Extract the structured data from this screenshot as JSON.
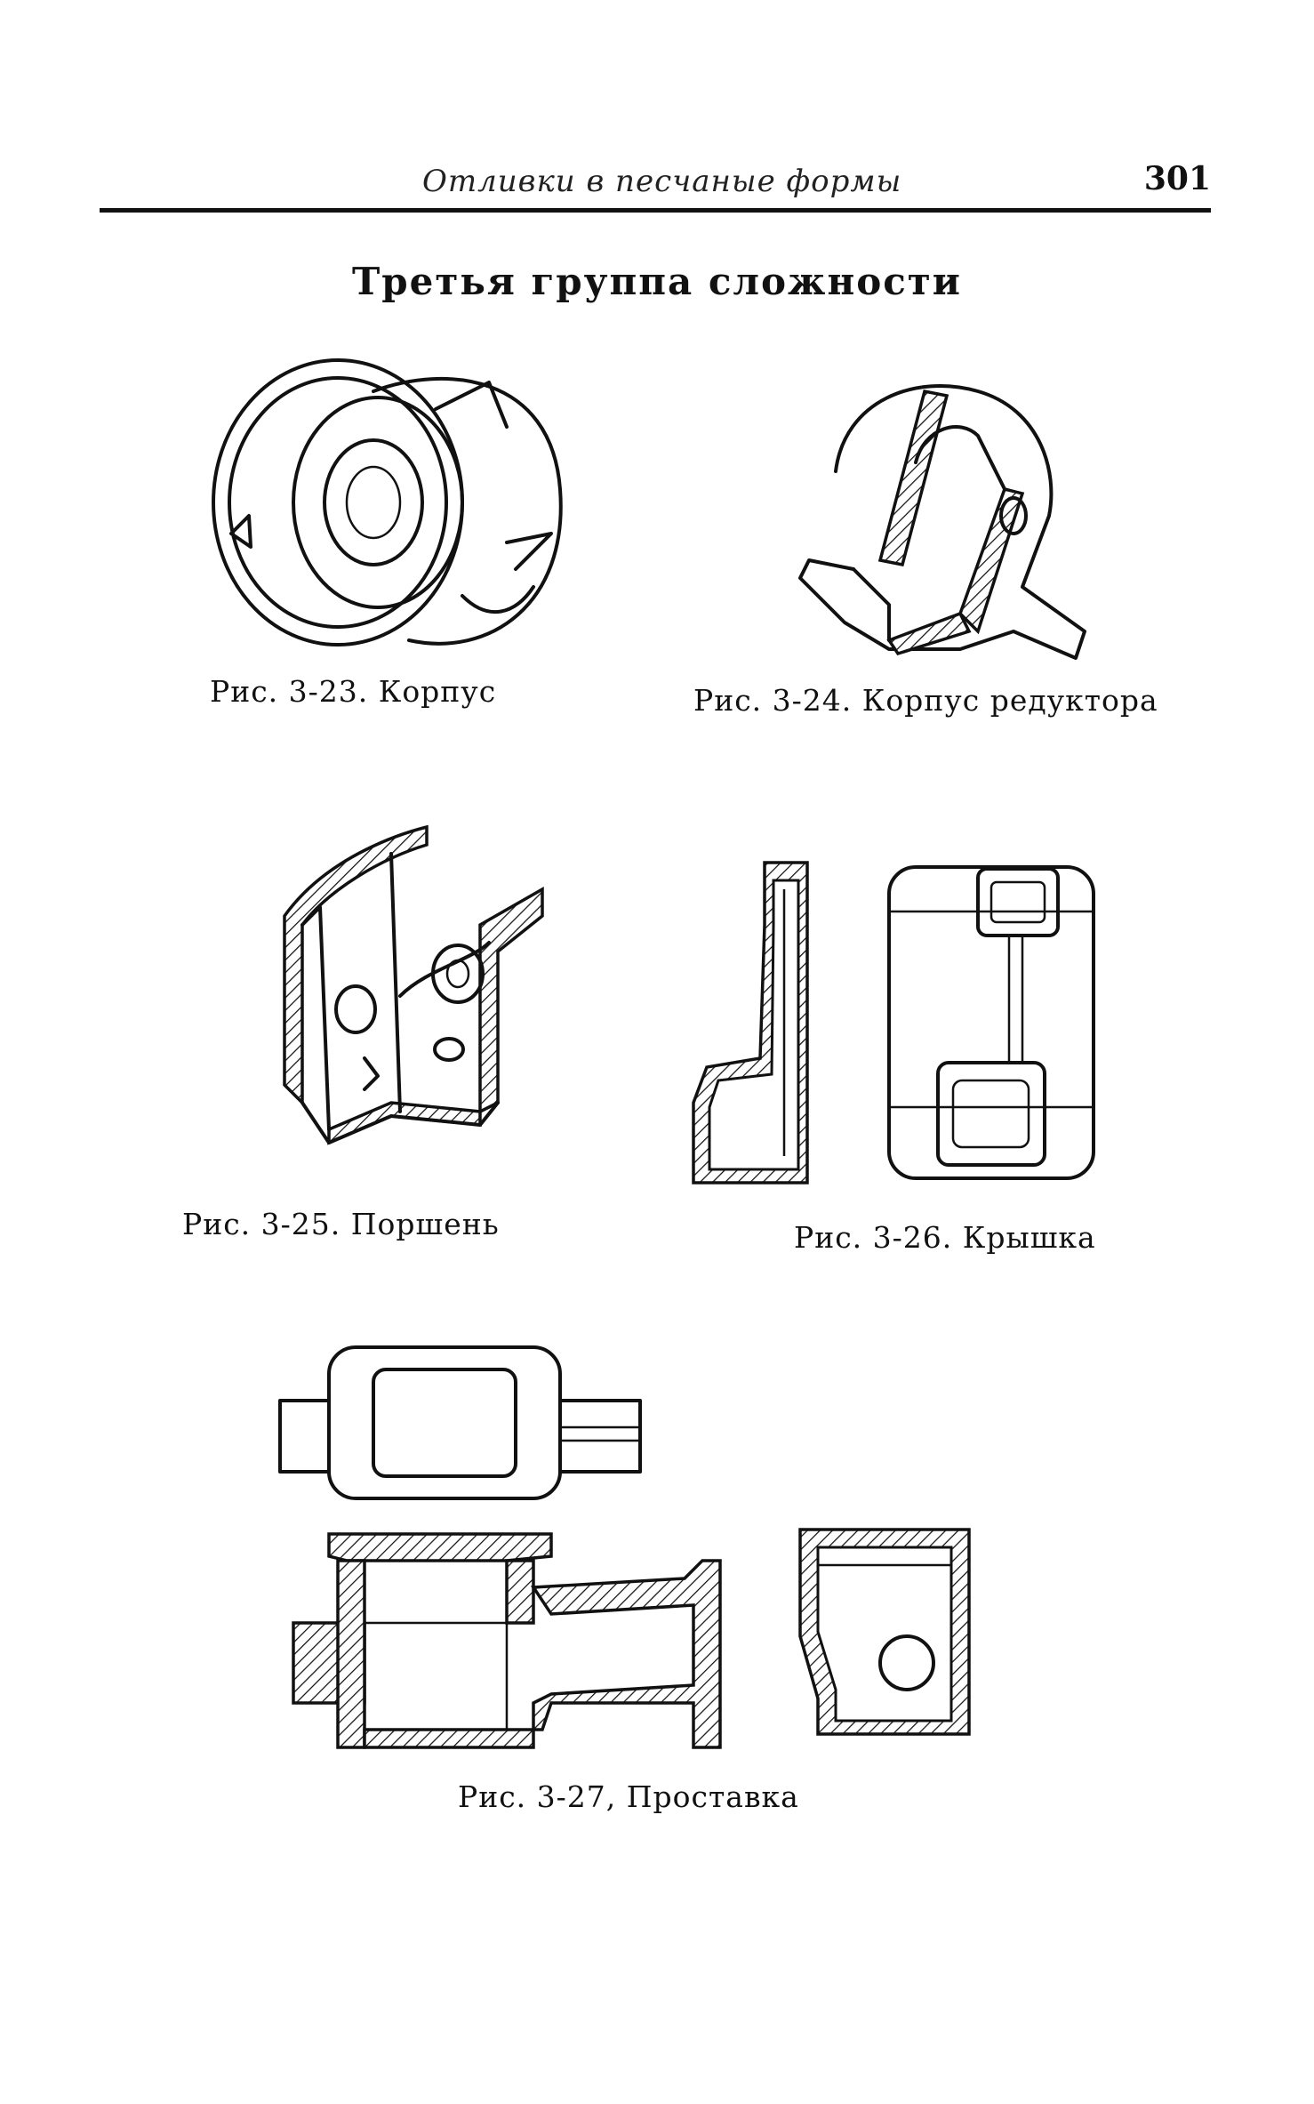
{
  "header": {
    "running_title": "Отливки в песчаные формы",
    "page_number": "301"
  },
  "section": {
    "title": "Третья группа сложности"
  },
  "figures": [
    {
      "id": "3-23",
      "caption": "Рис. 3-23. Корпус"
    },
    {
      "id": "3-24",
      "caption": "Рис. 3-24. Корпус редуктора"
    },
    {
      "id": "3-25",
      "caption": "Рис. 3-25. Поршень"
    },
    {
      "id": "3-26",
      "caption": "Рис. 3-26. Крышка"
    },
    {
      "id": "3-27",
      "caption": "Рис. 3-27, Проставка"
    }
  ]
}
